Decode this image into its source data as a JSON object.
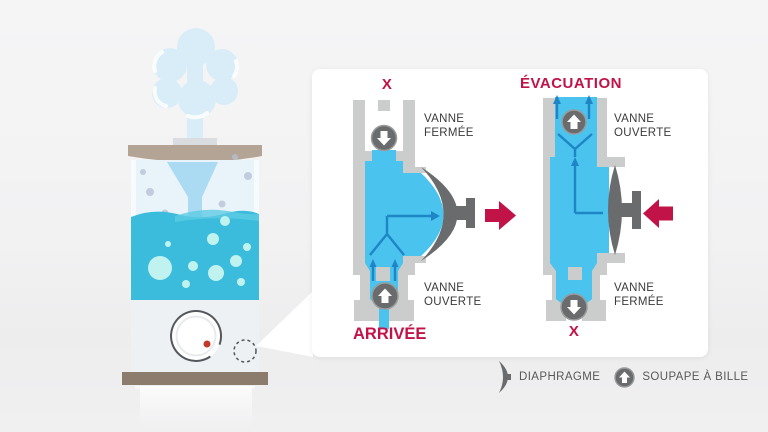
{
  "panel": {
    "left_pump": {
      "blocked_marker": "X",
      "top_valve_label": [
        "VANNE",
        "FERMÉE"
      ],
      "bottom_valve_label": [
        "VANNE",
        "OUVERTE"
      ],
      "flow_label": "ARRIVÉE"
    },
    "right_pump": {
      "flow_label": "ÉVACUATION",
      "top_valve_label": [
        "VANNE",
        "OUVERTE"
      ],
      "bottom_valve_label": [
        "VANNE",
        "FERMÉE"
      ],
      "blocked_marker": "X"
    }
  },
  "legend": {
    "diaphragm_label": "DIAPHRAGME",
    "ball_valve_label": "SOUPAPE À BILLE"
  },
  "colors": {
    "accent_crimson": "#c11347",
    "pump_water_blue": "#4ac3ee",
    "flow_arrow_blue": "#1f86c6",
    "tank_water_teal": "#3bbcdd",
    "wall_gray": "#cbcccc",
    "mechanism_dark_gray": "#6a6b6d",
    "lid_taupe": "#b3a496",
    "base_taupe": "#8c7c6e"
  }
}
